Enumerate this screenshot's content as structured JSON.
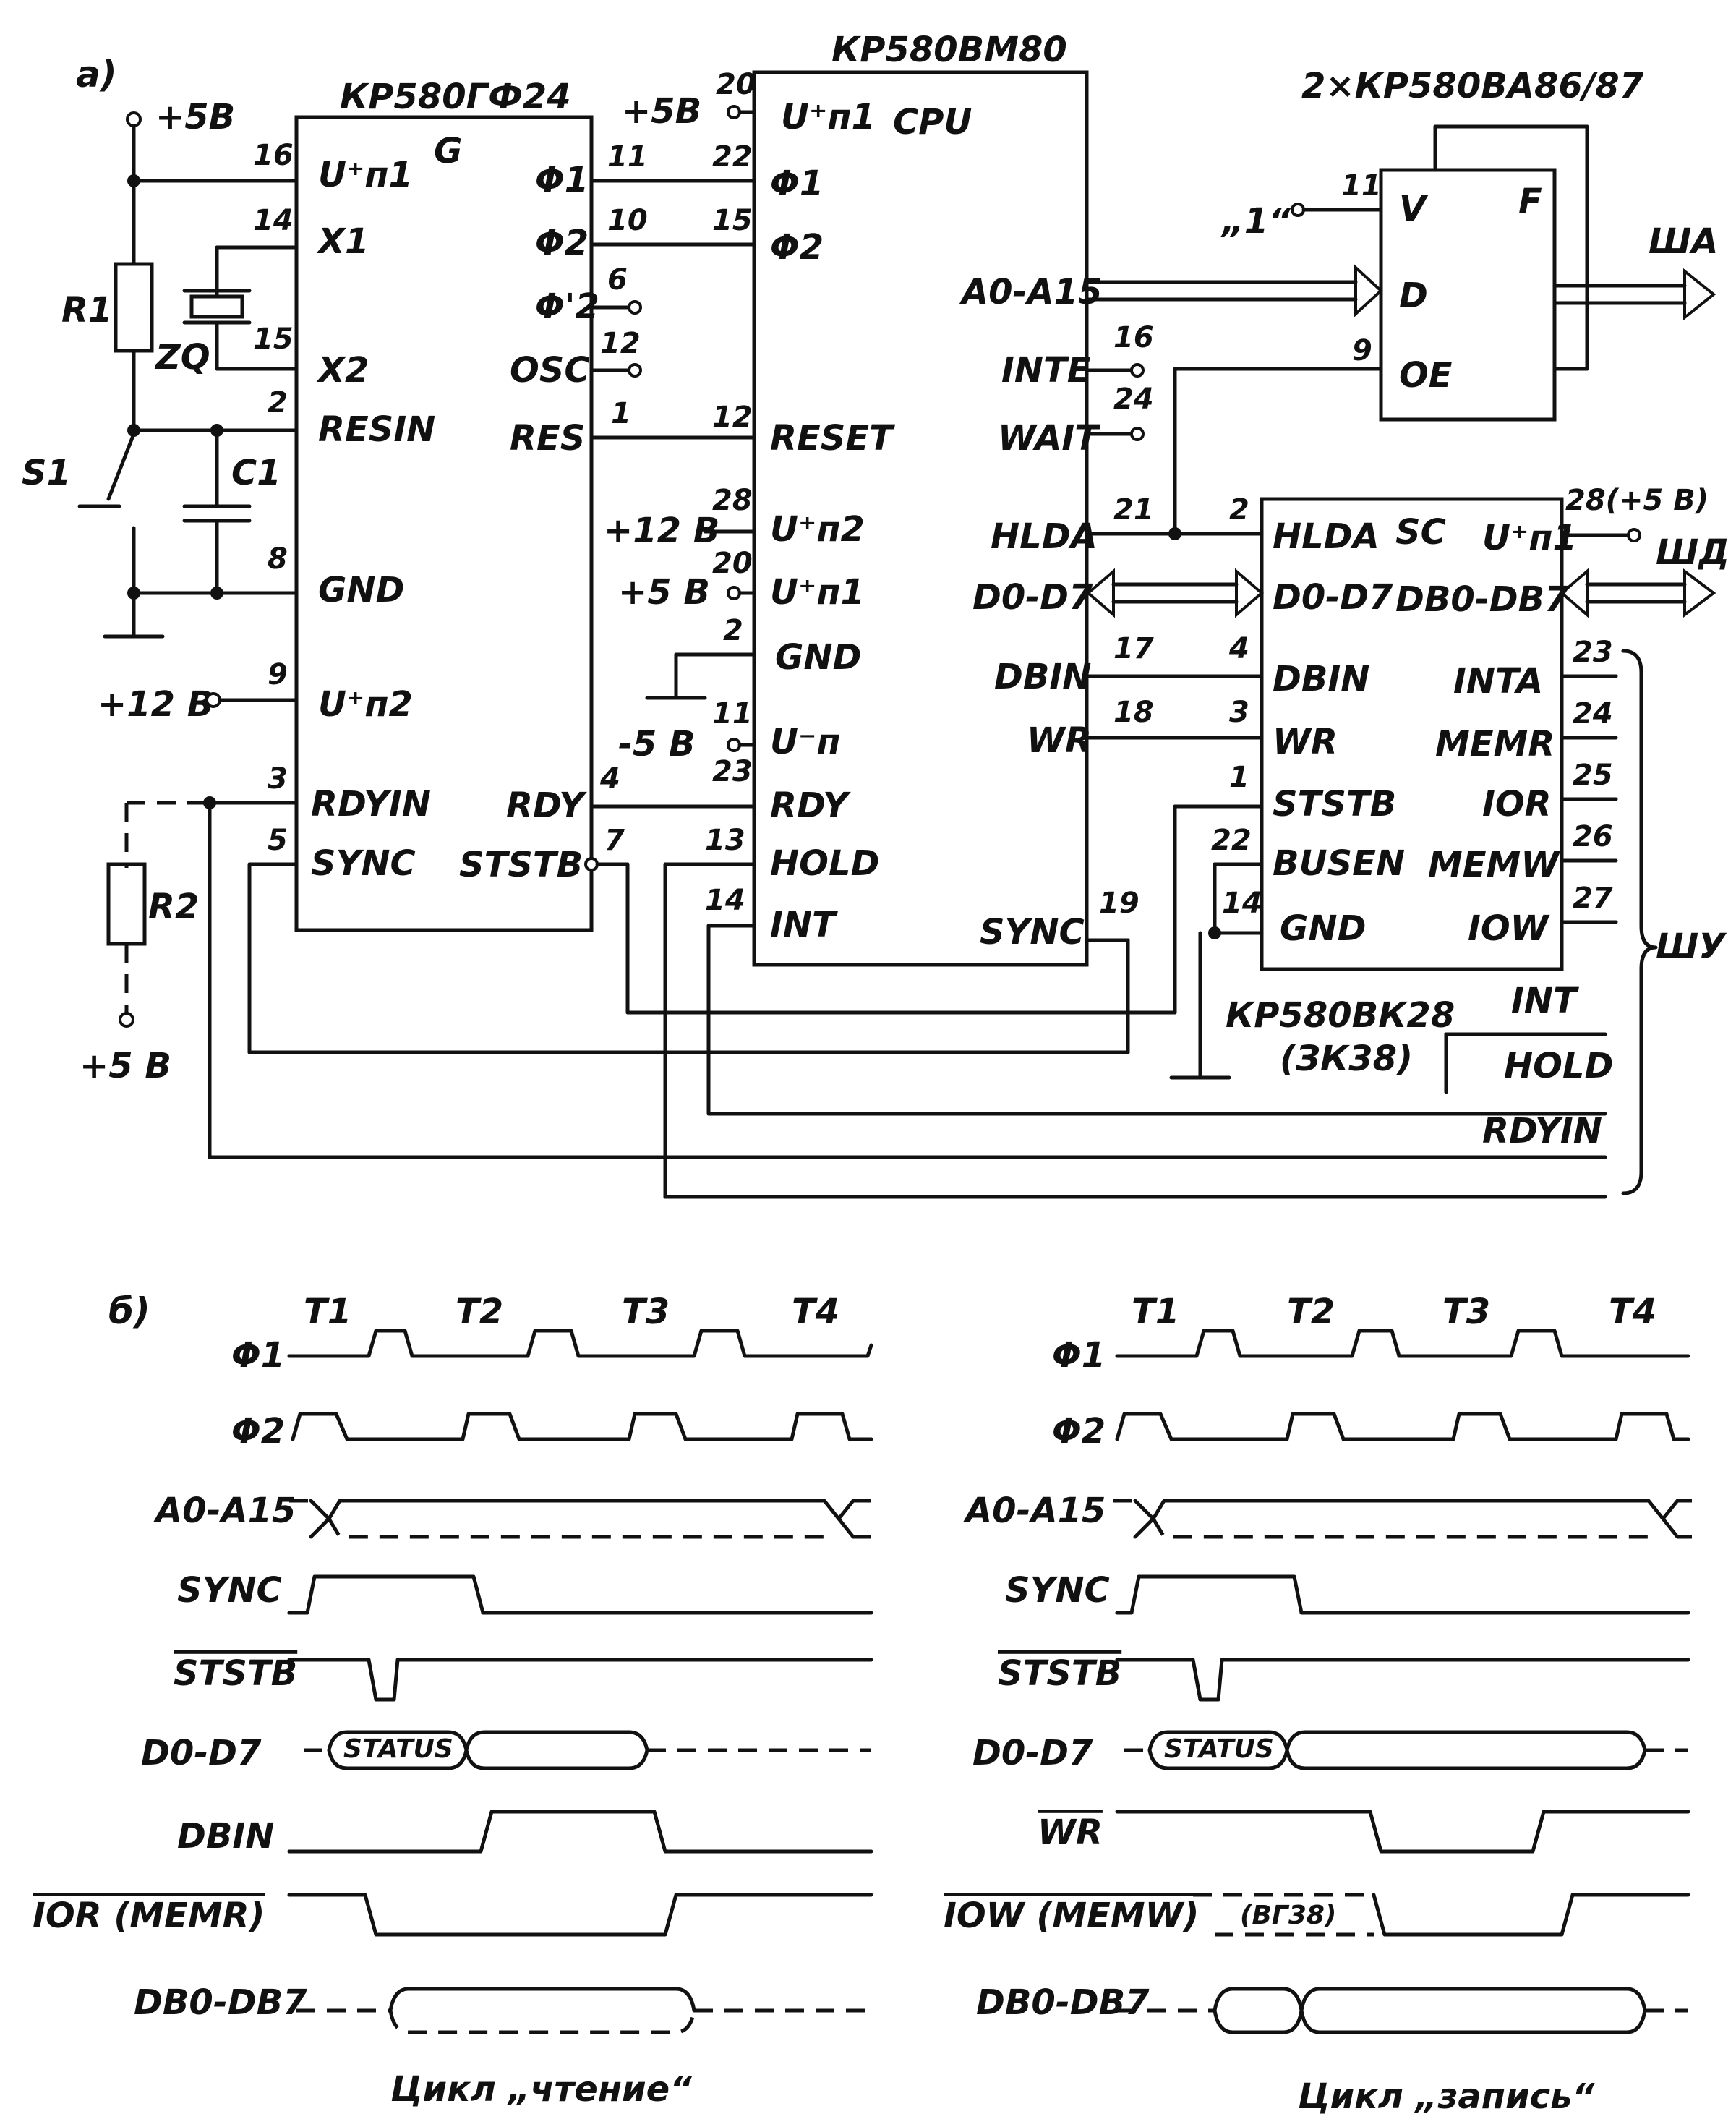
{
  "part_a": {
    "label": "a)",
    "clock_gen": {
      "title": "КР580ГФ24",
      "sub": "G",
      "left_pins": [
        {
          "num": "16",
          "name": "U⁺п1"
        },
        {
          "num": "14",
          "name": "X1"
        },
        {
          "num": "15",
          "name": "X2"
        },
        {
          "num": "2",
          "name": "RESIN"
        },
        {
          "num": "8",
          "name": "GND"
        },
        {
          "num": "9",
          "name": "U⁺п2"
        },
        {
          "num": "3",
          "name": "RDYIN"
        },
        {
          "num": "5",
          "name": "SYNC"
        }
      ],
      "right_pins": [
        {
          "num": "11",
          "name": "Φ1"
        },
        {
          "num": "10",
          "name": "Φ2"
        },
        {
          "num": "6",
          "name": "Φ'2"
        },
        {
          "num": "12",
          "name": "OSC"
        },
        {
          "num": "1",
          "name": "RES"
        },
        {
          "num": "4",
          "name": "RDY"
        },
        {
          "num": "7",
          "name": "STSTB"
        }
      ]
    },
    "cpu": {
      "title": "КР580ВМ80",
      "sub": "CPU",
      "left_pins": [
        {
          "num": "20",
          "name": "U⁺п1",
          "src": "+5В"
        },
        {
          "num": "22",
          "name": "Φ1"
        },
        {
          "num": "15",
          "name": "Φ2"
        },
        {
          "num": "12",
          "name": "RESET"
        },
        {
          "num": "28",
          "name": "U⁺п2",
          "src": "+12 В"
        },
        {
          "num": "20",
          "name": "U⁺п1",
          "src": "+5 В"
        },
        {
          "num": "2",
          "name": "GND"
        },
        {
          "num": "11",
          "name": "U⁻п",
          "src": "-5 В"
        },
        {
          "num": "23",
          "name": "RDY"
        },
        {
          "num": "13",
          "name": "HOLD"
        },
        {
          "num": "14",
          "name": "INT"
        }
      ],
      "right_pins": [
        {
          "num": "",
          "name": "A0-A15"
        },
        {
          "num": "16",
          "name": "INTE"
        },
        {
          "num": "24",
          "name": "WAIT"
        },
        {
          "num": "21",
          "name": "HLDA"
        },
        {
          "num": "",
          "name": "D0-D7"
        },
        {
          "num": "17",
          "name": "DBIN"
        },
        {
          "num": "18",
          "name": "WR"
        },
        {
          "num": "19",
          "name": "SYNC"
        }
      ]
    },
    "buffer": {
      "title": "2×КР580ВА86/87",
      "one_label": "„1“",
      "pins": [
        {
          "num": "11",
          "name": "V"
        },
        {
          "num": "",
          "name": "D"
        },
        {
          "num": "9",
          "name": "OE"
        },
        {
          "num": "",
          "name": "F"
        }
      ],
      "bus_out": "ША"
    },
    "controller": {
      "title": "КР580ВК28",
      "alt": "(ЗК38)",
      "sub": "SC",
      "left_pins": [
        {
          "num": "2",
          "name": "HLDA"
        },
        {
          "num": "",
          "name": "D0-D7"
        },
        {
          "num": "4",
          "name": "DBIN"
        },
        {
          "num": "3",
          "name": "WR"
        },
        {
          "num": "1",
          "name": "STSTB"
        },
        {
          "num": "22",
          "name": "BUSEN"
        },
        {
          "num": "14",
          "name": "GND"
        }
      ],
      "right_pins": [
        {
          "num": "28(+5 В)",
          "name": "U⁺п1"
        },
        {
          "num": "",
          "name": "DB0-DB7"
        },
        {
          "num": "23",
          "name": "INTA"
        },
        {
          "num": "24",
          "name": "MEMR"
        },
        {
          "num": "25",
          "name": "IOR"
        },
        {
          "num": "26",
          "name": "MEMW"
        },
        {
          "num": "27",
          "name": "IOW"
        }
      ],
      "data_bus": "ШД",
      "ctrl_bus": "ШУ",
      "returns": [
        "INT",
        "HOLD",
        "RDYIN"
      ]
    },
    "passives": {
      "supply_top": "+5В",
      "r1": "R1",
      "xtal": "ZQ",
      "s1": "S1",
      "c1": "C1",
      "supply_12": "+12 В",
      "r2": "R2",
      "supply_bottom": "+5 В"
    }
  },
  "part_b": {
    "label": "б)",
    "states": [
      "T1",
      "T2",
      "T3",
      "T4"
    ],
    "read_cycle": {
      "caption": "Цикл „чтение“",
      "signals": [
        "Φ1",
        "Φ2",
        "A0-A15",
        "SYNC",
        "STSTB",
        "D0-D7",
        "DBIN",
        "IOR (MEMR)",
        "DB0-DB7"
      ],
      "status": "STATUS"
    },
    "write_cycle": {
      "caption": "Цикл „запись“",
      "signals": [
        "Φ1",
        "Φ2",
        "A0-A15",
        "SYNC",
        "STSTB",
        "D0-D7",
        "WR",
        "IOW (MEMW)",
        "DB0-DB7"
      ],
      "status": "STATUS",
      "note": "(ВГ38)"
    }
  }
}
